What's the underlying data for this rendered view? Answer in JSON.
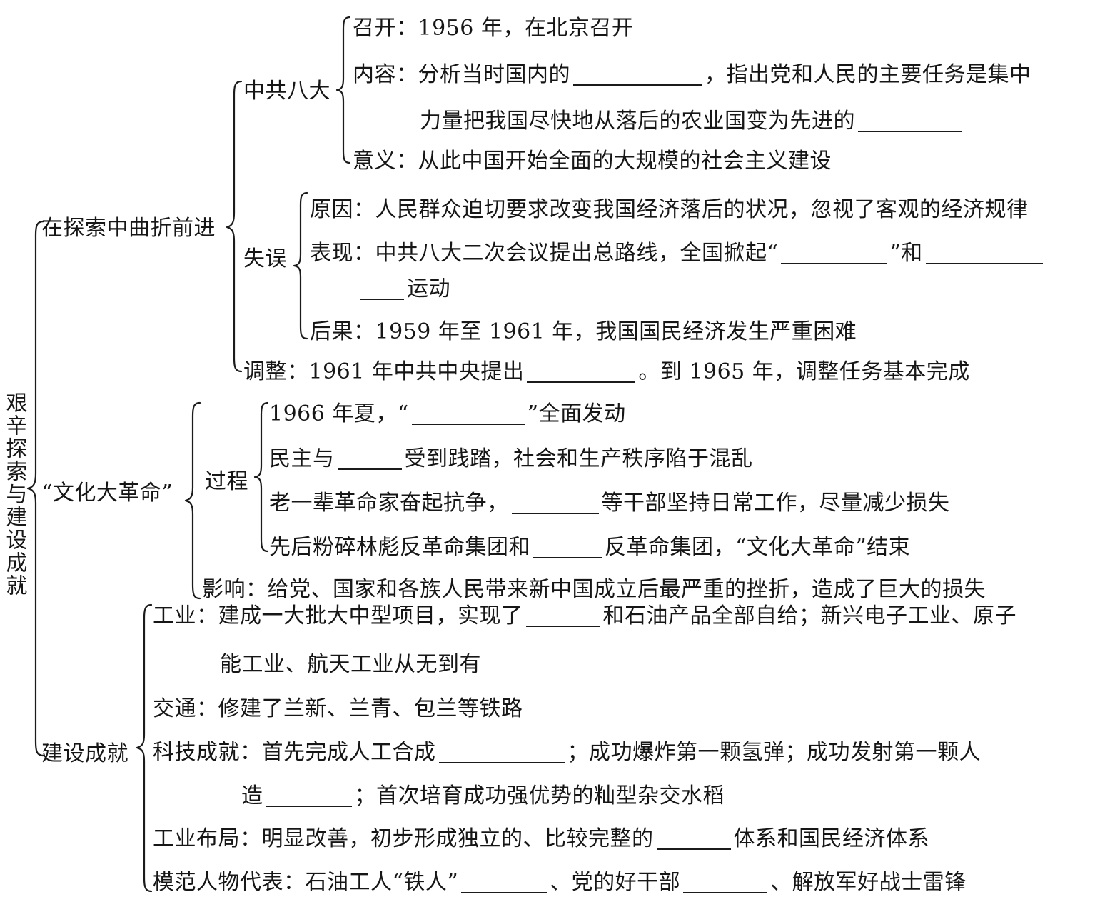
{
  "doc": {
    "type": "knowledge-structure-mindmap",
    "root_label": "艰辛探索与建设成就",
    "ink_color": "#161616"
  },
  "branches": {
    "b1": {
      "label": "在探索中曲折前进"
    },
    "b2": {
      "label": "“文化大革命”"
    },
    "b3": {
      "label": "建设成就"
    }
  },
  "sub": {
    "s1": {
      "label": "中共八大"
    },
    "s2": {
      "label": "失误"
    },
    "s3": {
      "label": "过程"
    }
  },
  "lines": {
    "zhaokai": {
      "key": "召开：",
      "text": "1956 年，在北京召开"
    },
    "neirong_1a": {
      "key": "内容：",
      "text": "分析当时国内的"
    },
    "neirong_1b": {
      "text": "，指出党和人民的主要任务是集中"
    },
    "neirong_2a": {
      "text": "力量把我国尽快地从落后的农业国变为先进的"
    },
    "yiyi": {
      "key": "意义：",
      "text": "从此中国开始全面的大规模的社会主义建设"
    },
    "yuanyin": {
      "key": "原因：",
      "text": "人民群众迫切要求改变我国经济落后的状况，忽视了客观的经济规律"
    },
    "biaoxian_a": {
      "key": "表现：",
      "text": "中共八大二次会议提出总路线，全国掀起“"
    },
    "biaoxian_b": {
      "text": "”和"
    },
    "biaoxian_c": {
      "text": "运动"
    },
    "houguo": {
      "key": "后果：",
      "text": "1959 年至 1961 年，我国国民经济发生严重困难"
    },
    "tiaozheng_a": {
      "key": "调整：",
      "text": "1961 年中共中央提出"
    },
    "tiaozheng_b": {
      "text": "。到 1965 年，调整任务基本完成"
    },
    "wg1_a": {
      "text": "1966 年夏，“"
    },
    "wg1_b": {
      "text": "”全面发动"
    },
    "wg2_a": {
      "text": "民主与"
    },
    "wg2_b": {
      "text": "受到践踏，社会和生产秩序陷于混乱"
    },
    "wg3_a": {
      "text": "老一辈革命家奋起抗争，"
    },
    "wg3_b": {
      "text": "等干部坚持日常工作，尽量减少损失"
    },
    "wg4_a": {
      "text": "先后粉碎林彪反革命集团和"
    },
    "wg4_b": {
      "text": "反革命集团，“文化大革命”结束"
    },
    "yingxiang": {
      "key": "影响：",
      "text": "给党、国家和各族人民带来新中国成立后最严重的挫折，造成了巨大的损失"
    },
    "gongye_a": {
      "key": "工业：",
      "text": "建成一大批大中型项目，实现了"
    },
    "gongye_b": {
      "text": "和石油产品全部自给；新兴电子工业、原子"
    },
    "gongye_c": {
      "text": "能工业、航天工业从无到有"
    },
    "jiaotong": {
      "key": "交通：",
      "text": "修建了兰新、兰青、包兰等铁路"
    },
    "keji_a": {
      "key": "科技成就：",
      "text": "首先完成人工合成"
    },
    "keji_b": {
      "text": "；成功爆炸第一颗氢弹；成功发射第一颗人"
    },
    "keji_c": {
      "text": "造"
    },
    "keji_d": {
      "text": "；首次培育成功强优势的籼型杂交水稻"
    },
    "buju_a": {
      "key": "工业布局：",
      "text": "明显改善，初步形成独立的、比较完整的"
    },
    "buju_b": {
      "text": "体系和国民经济体系"
    },
    "mofan_a": {
      "key": "模范人物代表：",
      "text": "石油工人“铁人”"
    },
    "mofan_b": {
      "text": "、党的好干部"
    },
    "mofan_c": {
      "text": "、解放军好战士雷锋"
    }
  }
}
